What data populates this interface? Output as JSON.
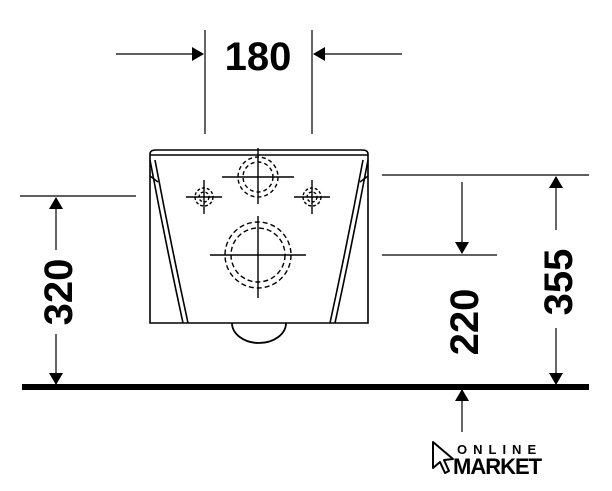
{
  "dimensions": {
    "top_width": "180",
    "left_height": "320",
    "inner_height": "220",
    "right_height": "355"
  },
  "logo": {
    "line1": "ONLINE",
    "line2": "MARKET"
  },
  "colors": {
    "ink": "#000000",
    "paper": "#ffffff"
  }
}
